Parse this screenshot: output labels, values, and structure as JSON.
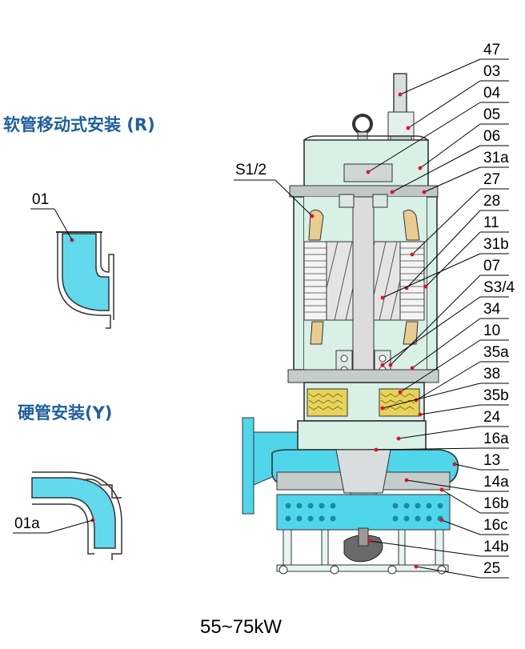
{
  "titles": {
    "hose_install": "软管移动式安装 (R)",
    "hard_pipe_install": "硬管安装(Y)"
  },
  "fittings": {
    "hose_elbow": "01",
    "hard_elbow": "01a"
  },
  "section_labels": {
    "seal_upper": "S1/2"
  },
  "part_labels": [
    "47",
    "03",
    "04",
    "05",
    "06",
    "31a",
    "27",
    "28",
    "11",
    "31b",
    "07",
    "S3/4",
    "34",
    "10",
    "35a",
    "38",
    "35b",
    "24",
    "16a",
    "13",
    "14a",
    "16b",
    "16c",
    "14b",
    "25"
  ],
  "power_range": "55~75kW",
  "colors": {
    "title_blue": "#1f5f9e",
    "casing_fill": "#d8f0e6",
    "water_cyan": "#4fd6ea",
    "oil_yellow": "#e8d35a",
    "winding_tan": "#e8cc92",
    "leader_dot": "#e0102a"
  }
}
